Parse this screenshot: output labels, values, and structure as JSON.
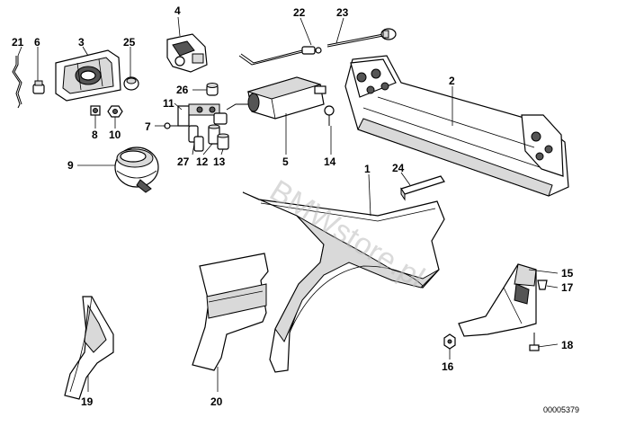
{
  "watermark": "BMWstore.pl",
  "catalog_number": "00005379",
  "callouts": {
    "p1": "1",
    "p2": "2",
    "p3": "3",
    "p4": "4",
    "p5": "5",
    "p6": "6",
    "p7": "7",
    "p8": "8",
    "p9": "9",
    "p10": "10",
    "p11": "11",
    "p12": "12",
    "p13": "13",
    "p14": "14",
    "p15": "15",
    "p16": "16",
    "p17": "17",
    "p18": "18",
    "p19": "19",
    "p20": "20",
    "p21": "21",
    "p22": "22",
    "p23": "23",
    "p24": "24",
    "p25": "25",
    "p26": "26",
    "p27": "27"
  }
}
